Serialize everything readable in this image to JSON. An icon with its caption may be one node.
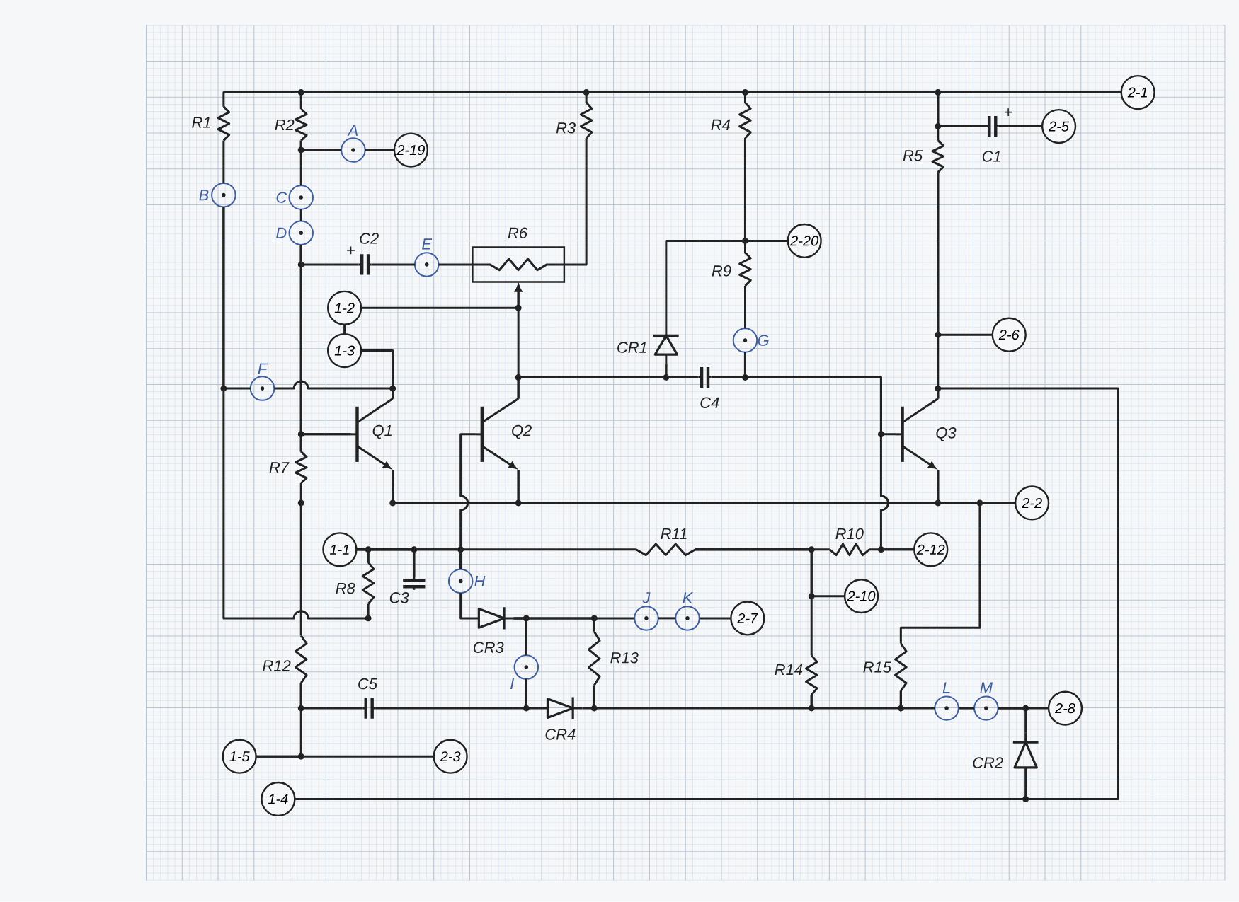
{
  "diagram": {
    "nodes": [
      {
        "text": [
          "2-1"
        ]
      },
      {
        "text": [
          "R1"
        ]
      },
      {
        "text": [
          "R2"
        ]
      },
      {
        "text": [
          "R3"
        ]
      },
      {
        "text": [
          "R4"
        ]
      },
      {
        "text": [
          "2-5"
        ]
      },
      {
        "text": [
          "C1"
        ]
      },
      {
        "text": [
          "A"
        ]
      },
      {
        "text": [
          "2-19"
        ]
      },
      {
        "text": [
          "R5"
        ]
      },
      {
        "text": [
          "B"
        ]
      },
      {
        "text": [
          "C"
        ]
      },
      {
        "text": [
          "D"
        ]
      },
      {
        "text": [
          "R6"
        ]
      },
      {
        "text": [
          "C2"
        ]
      },
      {
        "text": [
          "E"
        ]
      },
      {
        "text": [
          "2-20"
        ]
      },
      {
        "text": [
          "R9"
        ]
      },
      {
        "text": [
          "1-2"
        ]
      },
      {
        "text": [
          "CR1"
        ]
      },
      {
        "text": [
          "G"
        ]
      },
      {
        "text": [
          "2-6"
        ]
      },
      {
        "text": [
          "1-3"
        ]
      },
      {
        "text": [
          "F"
        ]
      },
      {
        "text": [
          "C4"
        ]
      },
      {
        "text": [
          "Q1"
        ]
      },
      {
        "text": [
          "Q2"
        ]
      },
      {
        "text": [
          "Q3"
        ]
      },
      {
        "text": [
          "R7"
        ]
      },
      {
        "text": [
          "2-2"
        ]
      },
      {
        "text": [
          "1-1"
        ]
      },
      {
        "text": [
          "R11"
        ]
      },
      {
        "text": [
          "R10"
        ]
      },
      {
        "text": [
          "2-12"
        ]
      },
      {
        "text": [
          "R8"
        ]
      },
      {
        "text": [
          "C3"
        ]
      },
      {
        "text": [
          "H"
        ]
      },
      {
        "text": [
          "2-10"
        ]
      },
      {
        "text": [
          "CR3"
        ]
      },
      {
        "text": [
          "J"
        ]
      },
      {
        "text": [
          "K"
        ]
      },
      {
        "text": [
          "2-7"
        ]
      },
      {
        "text": [
          "R12"
        ]
      },
      {
        "text": [
          "R13"
        ]
      },
      {
        "text": [
          "I"
        ]
      },
      {
        "text": [
          "R14"
        ]
      },
      {
        "text": [
          "R15"
        ]
      },
      {
        "text": [
          "C5"
        ]
      },
      {
        "text": [
          "CR4"
        ]
      },
      {
        "text": [
          "L"
        ]
      },
      {
        "text": [
          "M"
        ]
      },
      {
        "text": [
          "2-8"
        ]
      },
      {
        "text": [
          "CR2"
        ]
      },
      {
        "text": [
          "1-5"
        ]
      },
      {
        "text": [
          "2-3"
        ]
      },
      {
        "text": [
          "1-4"
        ]
      }
    ],
    "edges": [
      {
        "from": 0,
        "to": 1,
        "arrow": "none"
      },
      {
        "from": 0,
        "to": 2,
        "arrow": "none"
      },
      {
        "from": 0,
        "to": 3,
        "arrow": "none"
      },
      {
        "from": 0,
        "to": 4,
        "arrow": "none"
      },
      {
        "from": 0,
        "to": 9,
        "arrow": "none"
      },
      {
        "from": 0,
        "to": 6,
        "arrow": "none"
      },
      {
        "from": 6,
        "to": 5,
        "arrow": "none"
      },
      {
        "from": 2,
        "to": 7,
        "arrow": "none"
      },
      {
        "from": 7,
        "to": 8,
        "arrow": "none"
      },
      {
        "from": 2,
        "to": 11,
        "arrow": "none"
      },
      {
        "from": 11,
        "to": 12,
        "arrow": "none"
      },
      {
        "from": 12,
        "to": 14,
        "arrow": "none"
      },
      {
        "from": 12,
        "to": 28,
        "arrow": "none"
      },
      {
        "from": 12,
        "to": 25,
        "arrow": "none"
      },
      {
        "from": 14,
        "to": 15,
        "arrow": "none"
      },
      {
        "from": 15,
        "to": 13,
        "arrow": "none"
      },
      {
        "from": 3,
        "to": 13,
        "arrow": "none"
      },
      {
        "from": 1,
        "to": 10,
        "arrow": "none"
      },
      {
        "from": 10,
        "to": 23,
        "arrow": "none"
      },
      {
        "from": 23,
        "to": 25,
        "arrow": "none"
      },
      {
        "from": 22,
        "to": 25,
        "arrow": "none"
      },
      {
        "from": 10,
        "to": 34,
        "arrow": "none"
      },
      {
        "from": 34,
        "to": 35,
        "arrow": "none"
      },
      {
        "from": 18,
        "to": 13,
        "arrow": "to"
      },
      {
        "from": 26,
        "to": 13,
        "arrow": "to"
      },
      {
        "from": 26,
        "to": 19,
        "arrow": "none"
      },
      {
        "from": 19,
        "to": 24,
        "arrow": "none"
      },
      {
        "from": 18,
        "to": 22,
        "arrow": "none"
      },
      {
        "from": 4,
        "to": 16,
        "arrow": "none"
      },
      {
        "from": 4,
        "to": 17,
        "arrow": "none"
      },
      {
        "from": 4,
        "to": 19,
        "arrow": "none"
      },
      {
        "from": 17,
        "to": 20,
        "arrow": "none"
      },
      {
        "from": 24,
        "to": 20,
        "arrow": "none"
      },
      {
        "from": 20,
        "to": 27,
        "arrow": "none"
      },
      {
        "from": 20,
        "to": 33,
        "arrow": "none"
      },
      {
        "from": 32,
        "to": 33,
        "arrow": "none"
      },
      {
        "from": 9,
        "to": 21,
        "arrow": "none"
      },
      {
        "from": 9,
        "to": 27,
        "arrow": "none"
      },
      {
        "from": 27,
        "to": 55,
        "arrow": "none"
      },
      {
        "from": 52,
        "to": 55,
        "arrow": "none"
      },
      {
        "from": 28,
        "to": 25,
        "arrow": "none"
      },
      {
        "from": 25,
        "to": 26,
        "arrow": "none"
      },
      {
        "from": 26,
        "to": 27,
        "arrow": "none"
      },
      {
        "from": 27,
        "to": 29,
        "arrow": "none"
      },
      {
        "from": 28,
        "to": 42,
        "arrow": "none"
      },
      {
        "from": 29,
        "to": 46,
        "arrow": "none"
      },
      {
        "from": 30,
        "to": 34,
        "arrow": "none"
      },
      {
        "from": 30,
        "to": 35,
        "arrow": "none"
      },
      {
        "from": 30,
        "to": 36,
        "arrow": "none"
      },
      {
        "from": 30,
        "to": 31,
        "arrow": "none"
      },
      {
        "from": 26,
        "to": 36,
        "arrow": "none"
      },
      {
        "from": 36,
        "to": 38,
        "arrow": "none"
      },
      {
        "from": 31,
        "to": 32,
        "arrow": "none"
      },
      {
        "from": 31,
        "to": 37,
        "arrow": "none"
      },
      {
        "from": 31,
        "to": 45,
        "arrow": "none"
      },
      {
        "from": 38,
        "to": 39,
        "arrow": "none"
      },
      {
        "from": 39,
        "to": 40,
        "arrow": "none"
      },
      {
        "from": 40,
        "to": 41,
        "arrow": "none"
      },
      {
        "from": 38,
        "to": 43,
        "arrow": "none"
      },
      {
        "from": 38,
        "to": 44,
        "arrow": "none"
      },
      {
        "from": 44,
        "to": 47,
        "arrow": "none"
      },
      {
        "from": 44,
        "to": 48,
        "arrow": "none"
      },
      {
        "from": 48,
        "to": 43,
        "arrow": "none"
      },
      {
        "from": 43,
        "to": 45,
        "arrow": "none"
      },
      {
        "from": 45,
        "to": 46,
        "arrow": "none"
      },
      {
        "from": 46,
        "to": 49,
        "arrow": "none"
      },
      {
        "from": 49,
        "to": 50,
        "arrow": "none"
      },
      {
        "from": 50,
        "to": 51,
        "arrow": "none"
      },
      {
        "from": 50,
        "to": 52,
        "arrow": "none"
      },
      {
        "from": 42,
        "to": 47,
        "arrow": "none"
      },
      {
        "from": 42,
        "to": 53,
        "arrow": "none"
      },
      {
        "from": 53,
        "to": 54,
        "arrow": "none"
      }
    ],
    "labels": [
      "+",
      "+"
    ]
  }
}
